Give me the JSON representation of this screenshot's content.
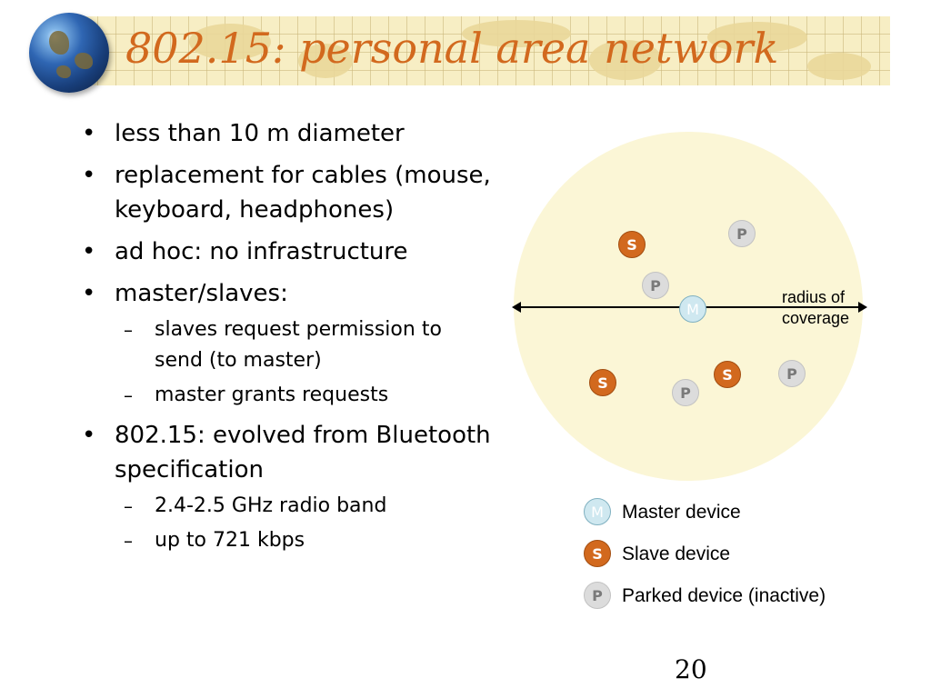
{
  "title": "802.15: personal area network",
  "bullets": [
    {
      "text": "less than 10 m diameter",
      "sub": []
    },
    {
      "text": "replacement for cables (mouse, keyboard, headphones)",
      "sub": []
    },
    {
      "text": "ad hoc: no infrastructure",
      "sub": []
    },
    {
      "text": "master/slaves:",
      "sub": [
        "slaves request permission to send (to master)",
        "master grants requests"
      ]
    },
    {
      "text": "802.15: evolved from Bluetooth specification",
      "sub": [
        "2.4-2.5 GHz radio band",
        "up to 721 kbps"
      ]
    }
  ],
  "bullet_glyph": "•",
  "sub_glyph": "–",
  "diagram": {
    "radius_label": "radius of coverage",
    "node_letters": {
      "master": "M",
      "slave": "S",
      "parked": "P"
    }
  },
  "legend": {
    "master": "Master device",
    "slave": "Slave device",
    "parked": "Parked device (inactive)"
  },
  "colors": {
    "title": "#d2691e",
    "slave": "#d2691e",
    "parked": "#dcdcdc",
    "master": "#cfe8f0",
    "coverage": "#fbf6d6"
  },
  "page_number": "20"
}
